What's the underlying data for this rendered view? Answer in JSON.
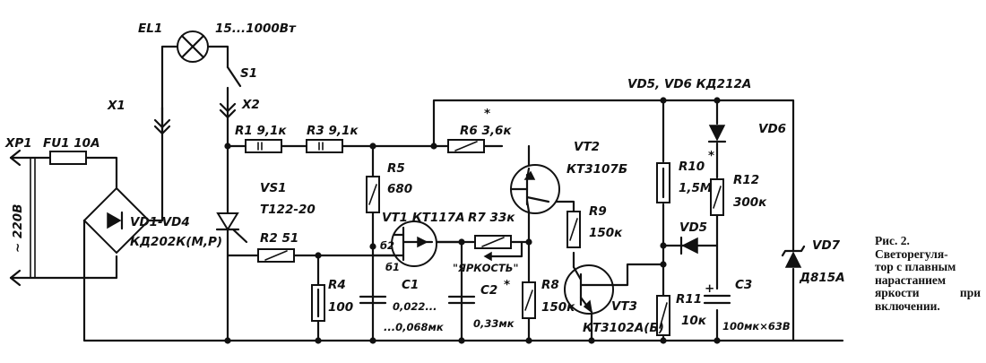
{
  "labels": {
    "xp1": "XP1",
    "fu1": "FU1 10А",
    "mains": "~ 220В",
    "x1": "X1",
    "el1": "EL1",
    "el1_power": "15...1000Вт",
    "s1": "S1",
    "x2": "X2",
    "r1": "R1 9,1к",
    "r3": "R3 9,1к",
    "r6": "R6 3,6к",
    "r6_star": "*",
    "vt2": "VT2",
    "vt2_type": "КТ3107Б",
    "vd56_top": "VD5, VD6  КД212А",
    "vd6": "VD6",
    "r10": "R10",
    "r10_star": "*",
    "r10_val": "1,5М",
    "r12": "R12",
    "r12_val": "300к",
    "vs1": "VS1",
    "vs1_type": "Т122-20",
    "r5": "R5",
    "r5_val": "680",
    "vt1": "VT1 КТ117А",
    "r7": "R7 33к",
    "r9": "R9",
    "r9_val": "150к",
    "vd5": "VD5",
    "vd7": "VD7",
    "vd7_type": "Д815А",
    "vd_bridge": "VD1-VD4",
    "vd_bridge_type": "КД202К(М,Р)",
    "r2": "R2 51",
    "b2": "б2",
    "b1": "б1",
    "yarkost": "\"ЯРКОСТЬ\"",
    "c2": "C2",
    "c2_star": "*",
    "r8": "R8",
    "r8_val": "150к",
    "vt3": "VT3",
    "vt3_type": "КТ3102А(Б)",
    "r11": "R11",
    "r11_val": "10к",
    "c3": "C3",
    "c3_plus": "+",
    "c3_val": "100мк×63В",
    "r4": "R4",
    "r4_val": "100",
    "c1": "C1",
    "c1_val1": "0,022...",
    "c1_val2": "...0,068мк",
    "c2_val": "0,33мк"
  },
  "caption": {
    "line1": "Рис. 2.",
    "line2": "Светорегуля-",
    "line3": "тор с плавным",
    "line4": "нарастанием",
    "line5a": "яркости",
    "line5b": "при",
    "line6": "включении."
  }
}
